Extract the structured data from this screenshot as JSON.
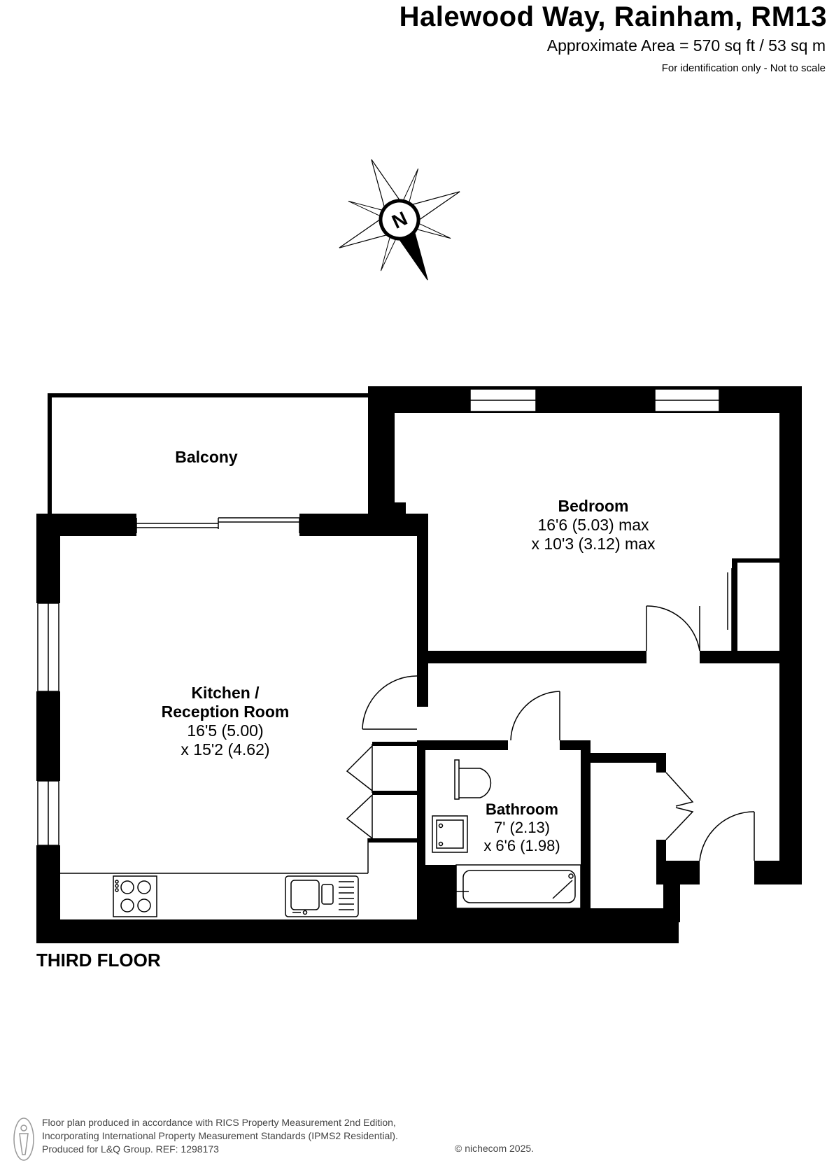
{
  "header": {
    "title": "Halewood Way, Rainham, RM13",
    "area": "Approximate Area = 570 sq ft / 53 sq m",
    "note": "For identification only - Not to scale"
  },
  "compass": {
    "letter": "N"
  },
  "rooms": {
    "balcony": {
      "name": "Balcony"
    },
    "bedroom": {
      "name": "Bedroom",
      "dim1": "16'6 (5.03) max",
      "dim2": "x 10'3 (3.12) max"
    },
    "kitchen": {
      "name_line1": "Kitchen /",
      "name_line2": "Reception Room",
      "dim1": "16'5 (5.00)",
      "dim2": "x 15'2 (4.62)"
    },
    "bathroom": {
      "name": "Bathroom",
      "dim1": "7' (2.13)",
      "dim2": "x 6'6 (1.98)"
    }
  },
  "floor_label": "THIRD FLOOR",
  "footer": {
    "line1": "Floor plan produced in accordance with RICS Property Measurement 2nd Edition,",
    "line2": "Incorporating International Property Measurement Standards (IPMS2 Residential).",
    "line3": "Produced for L&Q Group.   REF: 1298173",
    "copyright": "© nichecom 2025."
  },
  "colors": {
    "wall": "#000000",
    "background": "#ffffff",
    "line": "#000000"
  }
}
